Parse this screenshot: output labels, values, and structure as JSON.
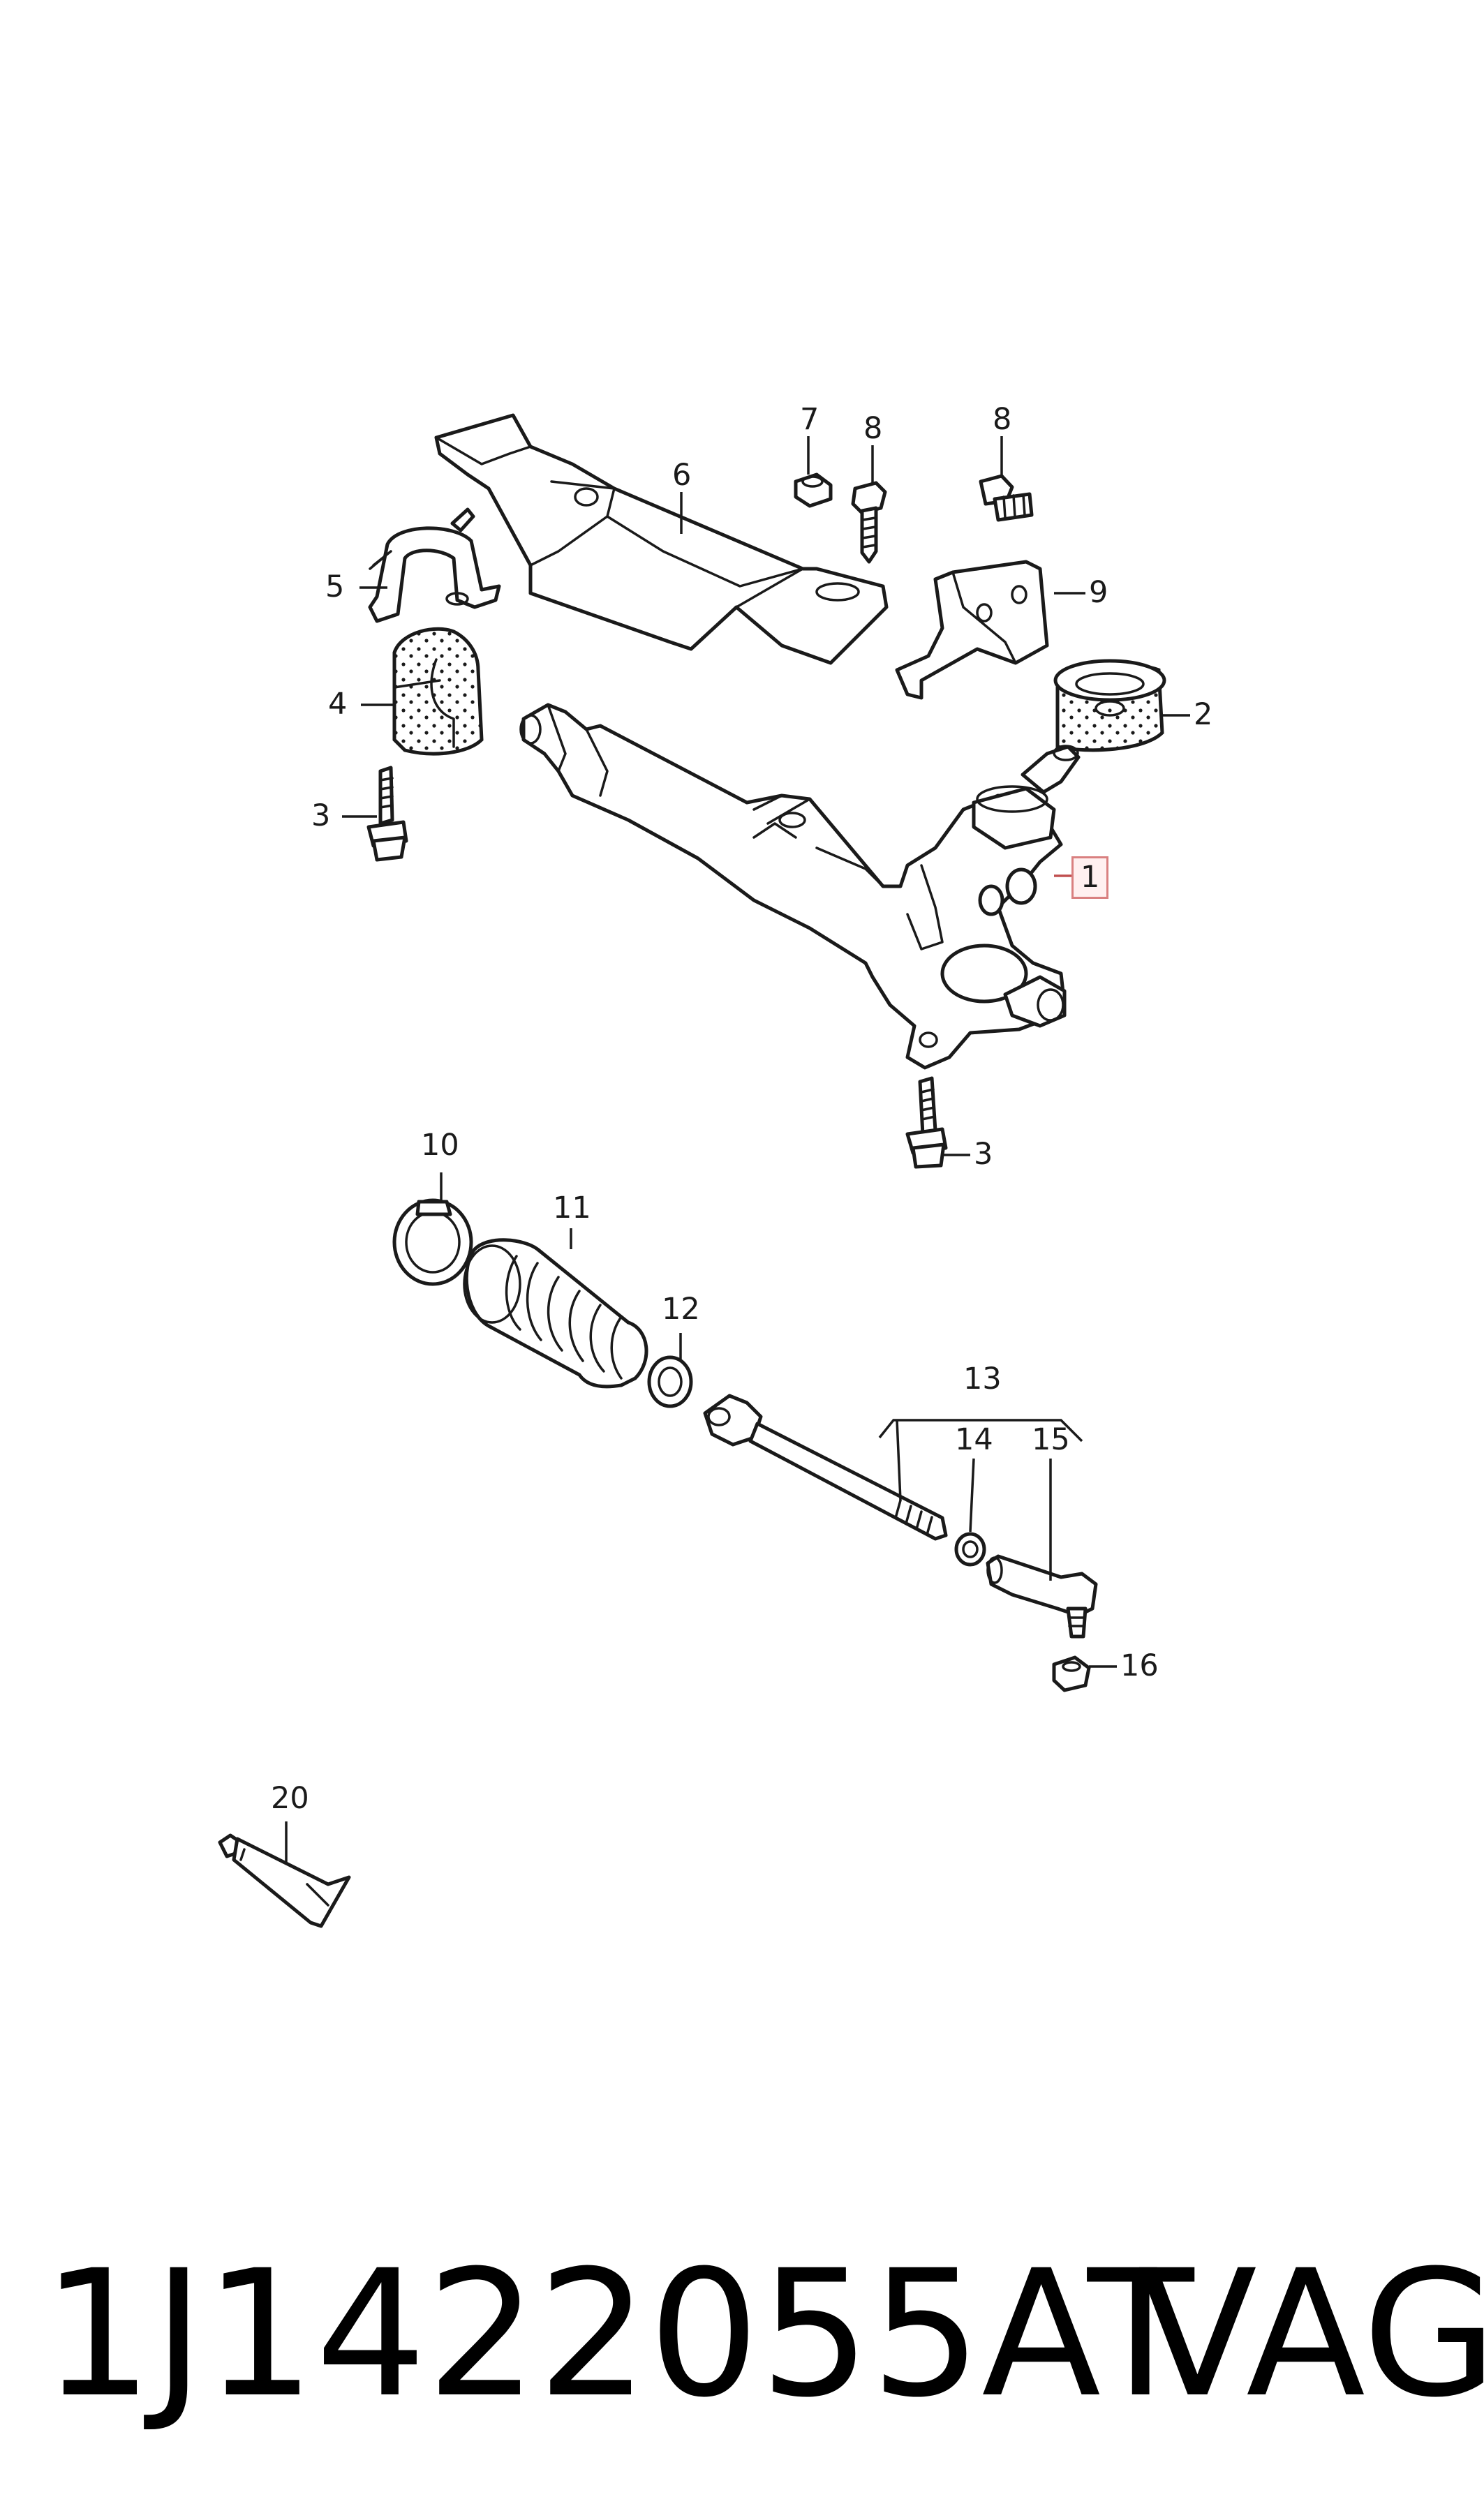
{
  "diagram": {
    "callouts": [
      {
        "id": "c1",
        "label": "1",
        "highlighted": true
      },
      {
        "id": "c2",
        "label": "2"
      },
      {
        "id": "c3a",
        "label": "3"
      },
      {
        "id": "c3b",
        "label": "3"
      },
      {
        "id": "c4",
        "label": "4"
      },
      {
        "id": "c5",
        "label": "5"
      },
      {
        "id": "c6",
        "label": "6"
      },
      {
        "id": "c7",
        "label": "7"
      },
      {
        "id": "c8a",
        "label": "8"
      },
      {
        "id": "c8b",
        "label": "8"
      },
      {
        "id": "c9",
        "label": "9"
      },
      {
        "id": "c10",
        "label": "10"
      },
      {
        "id": "c11",
        "label": "11"
      },
      {
        "id": "c12",
        "label": "12"
      },
      {
        "id": "c13",
        "label": "13"
      },
      {
        "id": "c14",
        "label": "14"
      },
      {
        "id": "c15",
        "label": "15"
      },
      {
        "id": "c16",
        "label": "16"
      },
      {
        "id": "c20",
        "label": "20"
      }
    ],
    "highlight_color": "#d98080"
  },
  "footer": {
    "part_number": "1J1422055AT",
    "brand": "VAG"
  }
}
